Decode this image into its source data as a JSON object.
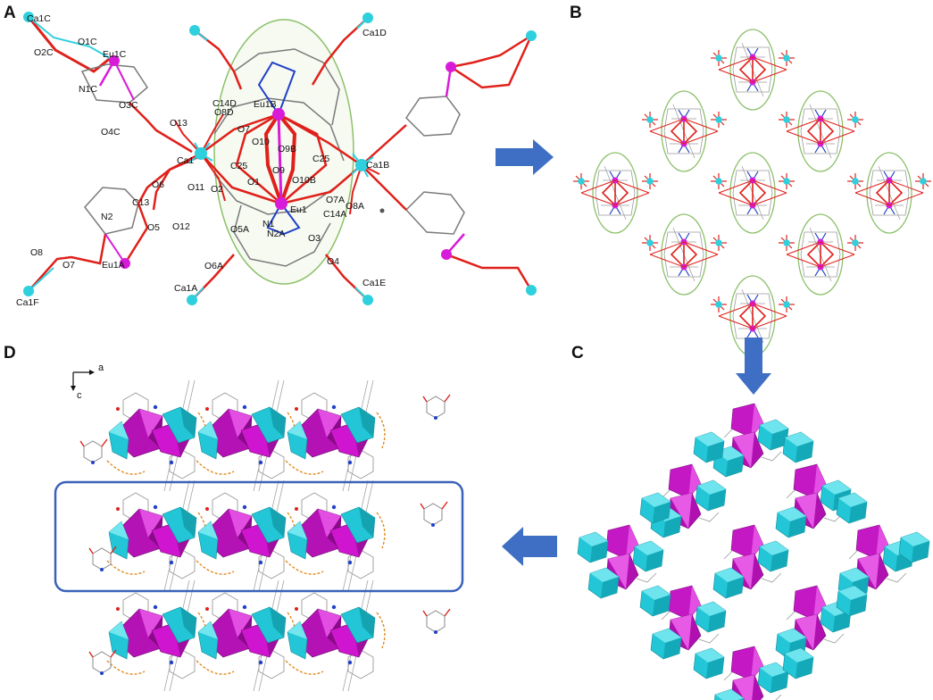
{
  "panels": {
    "a": {
      "letter": "A",
      "atom_labels": [
        "Ca1C",
        "O1C",
        "O2C",
        "Eu1C",
        "N1C",
        "O3C",
        "O4C",
        "O13",
        "O8D",
        "C14D",
        "Eu1B",
        "O7",
        "O10",
        "O9B",
        "O9",
        "O10B",
        "C25",
        "C25",
        "Ca1",
        "O11",
        "O2",
        "O1",
        "O6",
        "C13",
        "N2",
        "O5",
        "O12",
        "N1",
        "N2A",
        "O5A",
        "Eu1",
        "O7A",
        "C14A",
        "O8A",
        "O3",
        "O4",
        "O6A",
        "Ca1A",
        "O8",
        "O7",
        "Eu1A",
        "Ca1F",
        "Ca1D",
        "Ca1B",
        "Ca1E"
      ]
    },
    "b": {
      "letter": "B"
    },
    "c": {
      "letter": "C"
    },
    "d": {
      "letter": "D",
      "axis_labels": [
        "a",
        "c"
      ]
    }
  },
  "colors": {
    "calcium": "#2fd0de",
    "europium": "#d81bd8",
    "oxygen": "#e0201a",
    "nitrogen": "#2040c8",
    "carbon": "#8a8a8a",
    "highlight_ellipse": "#8cc06a",
    "arrow": "#3f6fc4",
    "frame": "#3a62b8",
    "hbond": "#e08a20"
  }
}
